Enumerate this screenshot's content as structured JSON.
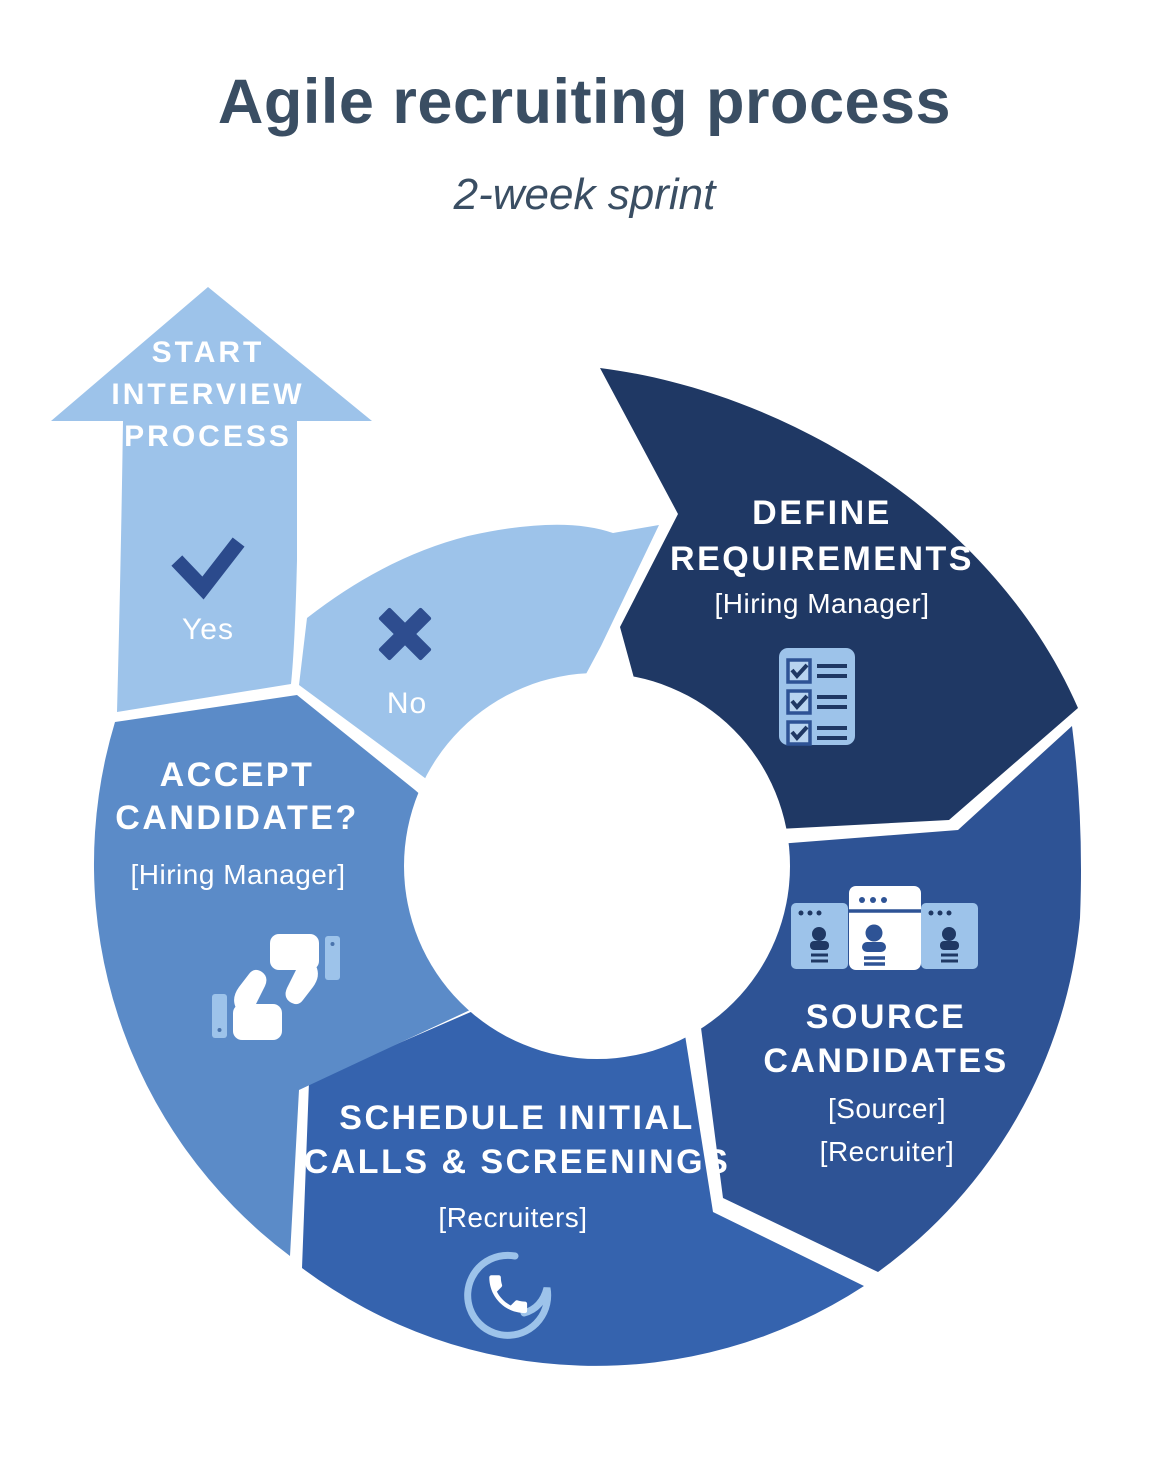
{
  "title": "Agile recruiting process",
  "subtitle": "2-week sprint",
  "colors": {
    "title_text": "#3A4E63",
    "navy": "#1F3864",
    "dark_blue": "#2E5395",
    "mid_blue": "#3563AE",
    "steel_blue": "#5B8BC8",
    "light_blue": "#9DC3EA",
    "mark_blue": "#2B4A8C",
    "white": "#FFFFFF"
  },
  "steps": [
    {
      "name": "define-requirements",
      "label_line1": "DEFINE",
      "label_line2": "REQUIREMENTS",
      "role1": "[Hiring Manager]",
      "icon": "checklist-icon",
      "color": "#1F3864"
    },
    {
      "name": "source-candidates",
      "label_line1": "SOURCE",
      "label_line2": "CANDIDATES",
      "role1": "[Sourcer]",
      "role2": "[Recruiter]",
      "icon": "candidate-profiles-icon",
      "color": "#2E5395"
    },
    {
      "name": "schedule-calls-screenings",
      "label_line1": "SCHEDULE INITIAL",
      "label_line2": "CALLS & SCREENINGS",
      "role1": "[Recruiters]",
      "icon": "phone-icon",
      "color": "#3563AE"
    },
    {
      "name": "accept-candidate",
      "label_line1": "ACCEPT",
      "label_line2": "CANDIDATE?",
      "role1": "[Hiring Manager]",
      "icon": "thumbs-up-down-icon",
      "color": "#5B8BC8"
    }
  ],
  "decision": {
    "no": "No",
    "yes": "Yes"
  },
  "arrow": {
    "line1": "START",
    "line2": "INTERVIEW",
    "line3": "PROCESS"
  }
}
